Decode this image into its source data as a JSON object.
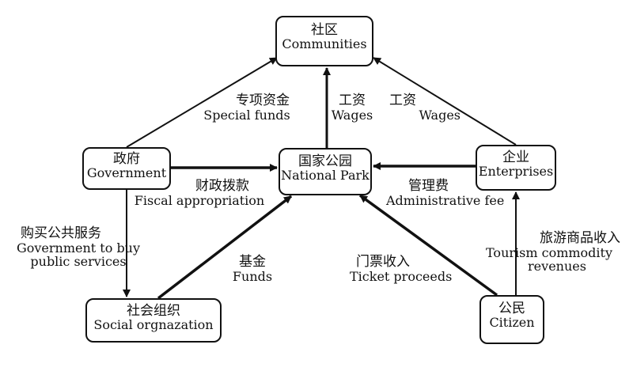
{
  "nodes": {
    "communities": {
      "zh": "社区",
      "en": "Communities"
    },
    "national_park": {
      "zh": "国家公园",
      "en": "National Park"
    },
    "government": {
      "zh": "政府",
      "en": "Government"
    },
    "enterprises": {
      "zh": "企业",
      "en": "Enterprises"
    },
    "social_org": {
      "zh": "社会组织",
      "en": "Social orgnazation"
    },
    "citizen": {
      "zh": "公民",
      "en": "Citizen"
    }
  },
  "edges": {
    "gov_to_comm": {
      "zh": "专项资金",
      "en": "Special funds"
    },
    "park_to_comm": {
      "zh": "工资",
      "en": "Wages"
    },
    "ent_to_comm": {
      "zh": "工资",
      "en": "Wages"
    },
    "gov_to_park": {
      "zh": "财政拨款",
      "en": "Fiscal appropriation"
    },
    "ent_to_park": {
      "zh": "管理费",
      "en": "Administrative fee"
    },
    "gov_to_social": {
      "zh": "购买公共服务",
      "en1": "Government to buy",
      "en2": "public services"
    },
    "social_to_park": {
      "zh": "基金",
      "en": "Funds"
    },
    "citizen_to_park": {
      "zh": "门票收入",
      "en": "Ticket proceeds"
    },
    "citizen_to_ent": {
      "zh": "旅游商品收入",
      "en1": "Tourism commodity",
      "en2": "revenues"
    }
  }
}
